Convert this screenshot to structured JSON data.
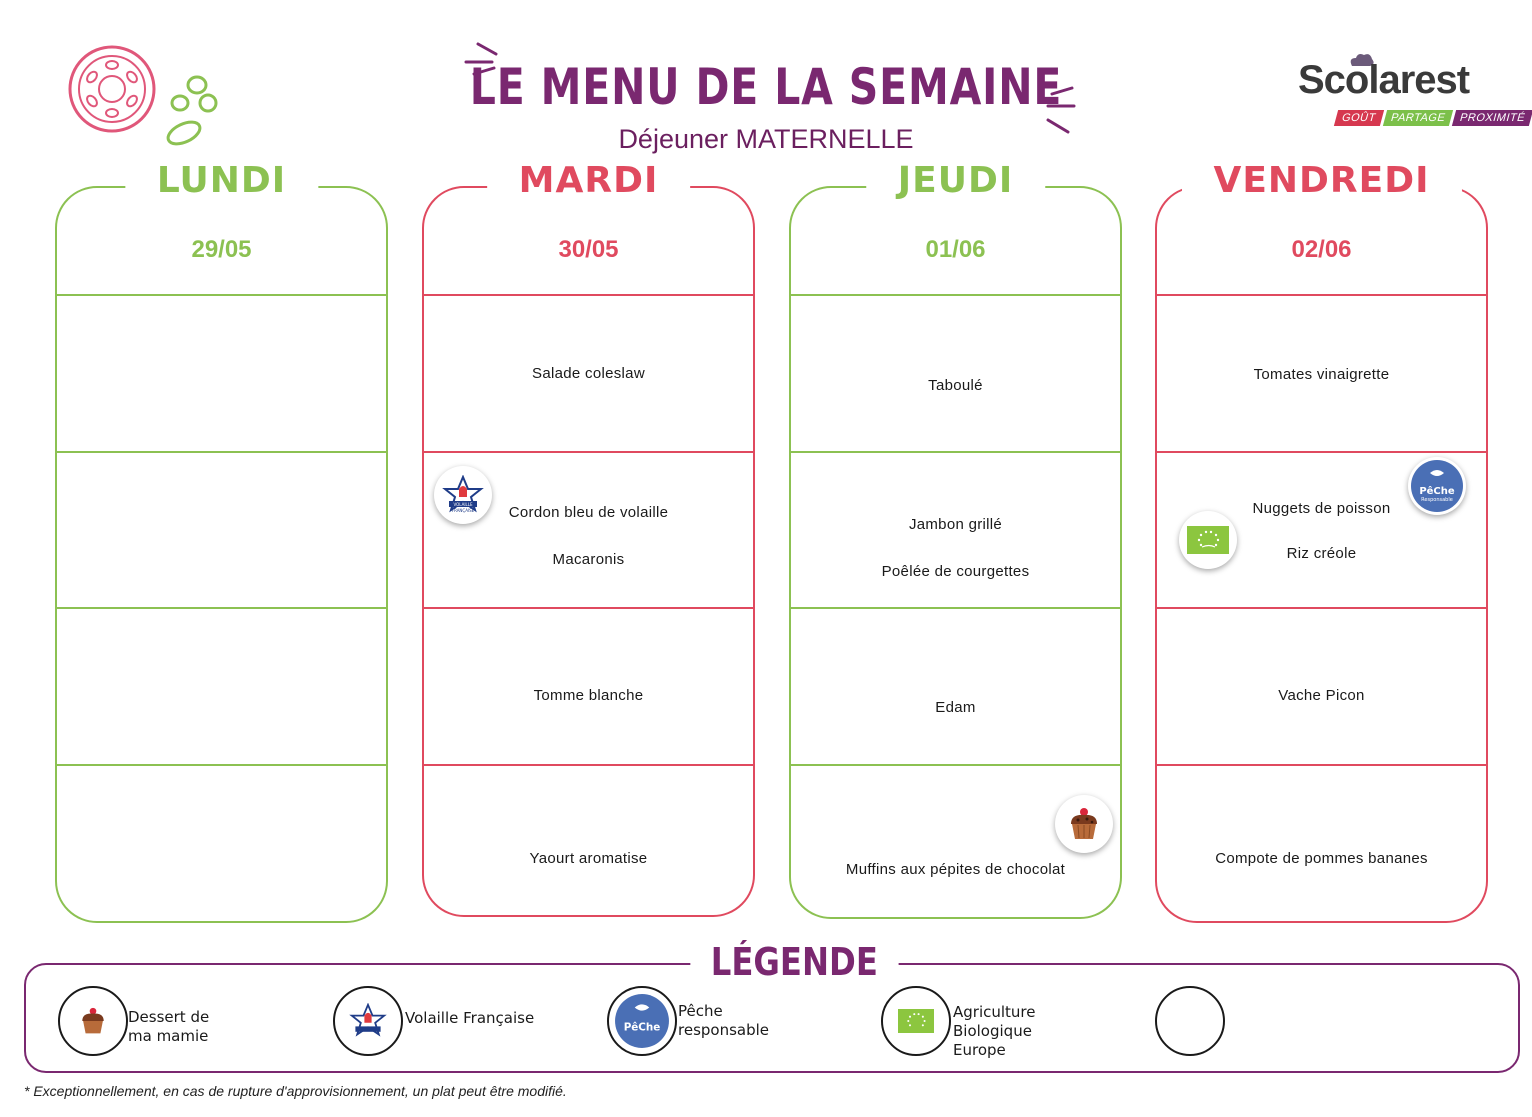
{
  "header": {
    "title": "LE MENU DE LA SEMAINE",
    "subtitle": "Déjeuner MATERNELLE",
    "logo": {
      "name": "Scolarest",
      "tags": [
        "GOÛT",
        "PARTAGE",
        "PROXIMITÉ"
      ],
      "tag_colors": [
        "#d6384f",
        "#7cc04a",
        "#7a2870"
      ]
    }
  },
  "colors": {
    "green": "#8cc152",
    "red": "#e04a5f",
    "purple": "#7a2870"
  },
  "days": [
    {
      "name": "LUNDI",
      "date": "29/05",
      "color": "green",
      "entree": [],
      "plat": [],
      "fromage": [],
      "dessert": []
    },
    {
      "name": "MARDI",
      "date": "30/05",
      "color": "red",
      "entree": [
        "Salade coleslaw"
      ],
      "plat": [
        "Cordon bleu de volaille",
        "Macaronis"
      ],
      "fromage": [
        "Tomme blanche"
      ],
      "dessert": [
        "Yaourt aromatise"
      ]
    },
    {
      "name": "JEUDI",
      "date": "01/06",
      "color": "green",
      "entree": [
        "Taboulé"
      ],
      "plat": [
        "Jambon grillé",
        "Poêlée de courgettes"
      ],
      "fromage": [
        "Edam"
      ],
      "dessert": [
        "Muffins aux pépites de chocolat"
      ]
    },
    {
      "name": "VENDREDI",
      "date": "02/06",
      "color": "red",
      "entree": [
        "Tomates vinaigrette"
      ],
      "plat": [
        "Nuggets de poisson",
        "Riz créole"
      ],
      "fromage": [
        "Vache Picon"
      ],
      "dessert": [
        "Compote de pommes bananes"
      ]
    }
  ],
  "legend": {
    "title": "LÉGENDE",
    "items": [
      {
        "icon": "muffin-icon",
        "label_lines": [
          "Dessert de",
          "ma mamie"
        ]
      },
      {
        "icon": "volaille-francaise-icon",
        "label_lines": [
          "Volaille Française"
        ]
      },
      {
        "icon": "peche-responsable-icon",
        "label_lines": [
          "Pêche",
          "responsable"
        ]
      },
      {
        "icon": "bio-europe-icon",
        "label_lines": [
          "Agriculture",
          "Biologique",
          "Europe"
        ]
      },
      {
        "icon": "empty-icon",
        "label_lines": []
      }
    ]
  },
  "badges": {
    "volaille": {
      "line1": "VOLAILLE",
      "line2": "FRANÇAISE"
    },
    "peche": {
      "line1": "PêChe",
      "line2": "Responsable"
    }
  },
  "footnote": "* Exceptionnellement, en cas de rupture d'approvisionnement, un plat peut être modifié."
}
